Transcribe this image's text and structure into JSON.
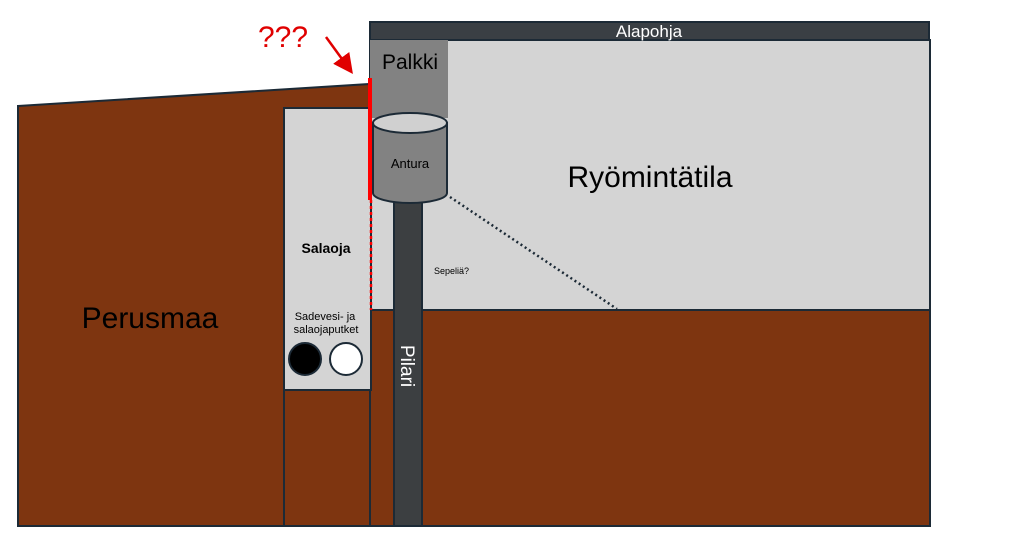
{
  "labels": {
    "alapohja": "Alapohja",
    "palkki": "Palkki",
    "antura": "Antura",
    "ryomintatila": "Ryömintätila",
    "salaoja": "Salaoja",
    "sepelia": "Sepeliä?",
    "pipes_line1": "Sadevesi- ja",
    "pipes_line2": "salaojaputket",
    "perusmaa": "Perusmaa",
    "pilari": "Pilari",
    "question": "???"
  },
  "colors": {
    "soil": "#7e3510",
    "outline": "#1c2a36",
    "crawlspace": "#d4d4d4",
    "alapohja": "#3a3f44",
    "palkki": "#828282",
    "pillar": "#3c3f41",
    "marker": "#ff0000",
    "arrow": "#e00000"
  }
}
